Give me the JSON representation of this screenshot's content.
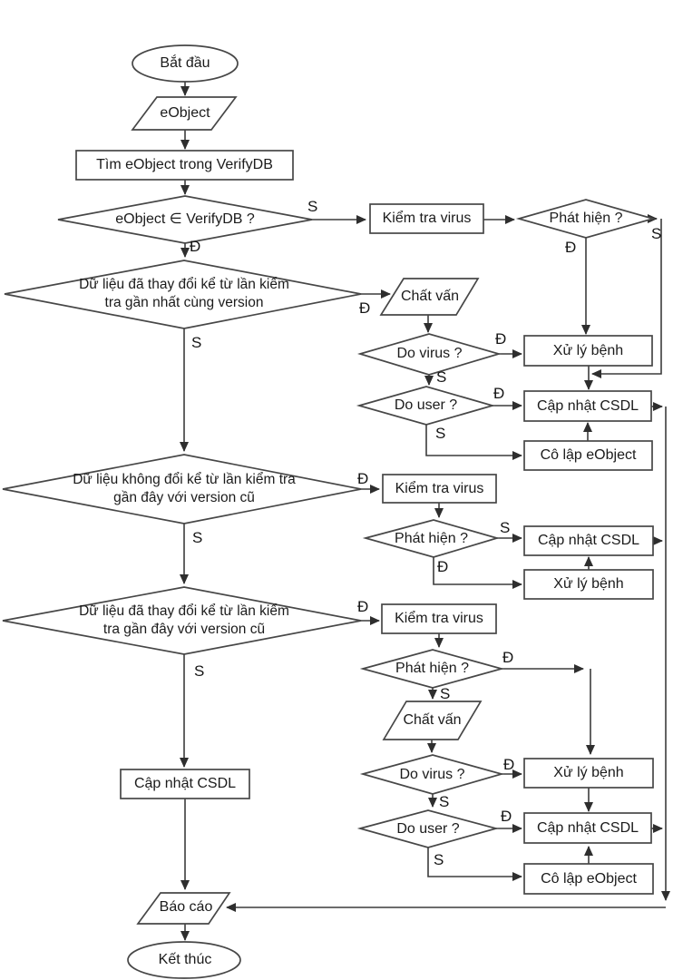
{
  "diagram": {
    "edge_labels": {
      "yes": "Đ",
      "no": "S"
    },
    "nodes": {
      "start": {
        "type": "terminator",
        "label": "Bắt đầu"
      },
      "input_eobject": {
        "type": "io",
        "label": "eObject"
      },
      "find_eobject": {
        "type": "process",
        "label": "Tìm eObject trong VerifyDB"
      },
      "in_verifydb": {
        "type": "decision",
        "label": "eObject ∈ VerifyDB ?"
      },
      "scan_virus_1": {
        "type": "process",
        "label": "Kiểm tra virus"
      },
      "detected_1": {
        "type": "decision",
        "label": "Phát hiện ?"
      },
      "changed_same_version": {
        "type": "decision",
        "label": "Dữ liệu đã thay đổi kể từ lần kiểm tra gần nhất cùng version"
      },
      "interrogate_1": {
        "type": "io",
        "label": "Chất vấn"
      },
      "do_virus_1": {
        "type": "decision",
        "label": "Do virus ?"
      },
      "handle_infection_1": {
        "type": "process",
        "label": "Xử lý bệnh"
      },
      "do_user_1": {
        "type": "decision",
        "label": "Do user ?"
      },
      "update_db_1": {
        "type": "process",
        "label": "Cập nhật CSDL"
      },
      "isolate_eobject_1": {
        "type": "process",
        "label": "Cô lập eObject"
      },
      "unchanged_old_version": {
        "type": "decision",
        "label": "Dữ liệu không đổi kể từ lần kiểm tra gần đây với version cũ"
      },
      "scan_virus_2": {
        "type": "process",
        "label": "Kiểm tra virus"
      },
      "detected_2": {
        "type": "decision",
        "label": "Phát hiện ?"
      },
      "update_db_2": {
        "type": "process",
        "label": "Cập nhật CSDL"
      },
      "handle_infection_2": {
        "type": "process",
        "label": "Xử lý bệnh"
      },
      "changed_old_version": {
        "type": "decision",
        "label": "Dữ liệu đã thay đổi kể từ lần kiểm tra gần đây với version cũ"
      },
      "scan_virus_3": {
        "type": "process",
        "label": "Kiểm tra virus"
      },
      "detected_3": {
        "type": "decision",
        "label": "Phát hiện ?"
      },
      "interrogate_2": {
        "type": "io",
        "label": "Chất vấn"
      },
      "do_virus_2": {
        "type": "decision",
        "label": "Do virus ?"
      },
      "handle_infection_3": {
        "type": "process",
        "label": "Xử lý bệnh"
      },
      "do_user_2": {
        "type": "decision",
        "label": "Do user ?"
      },
      "update_db_3": {
        "type": "process",
        "label": "Cập nhật CSDL"
      },
      "isolate_eobject_2": {
        "type": "process",
        "label": "Cô lập eObject"
      },
      "update_db_4": {
        "type": "process",
        "label": "Cập nhật CSDL"
      },
      "report": {
        "type": "io",
        "label": "Báo cáo"
      },
      "end": {
        "type": "terminator",
        "label": "Kết thúc"
      }
    }
  }
}
